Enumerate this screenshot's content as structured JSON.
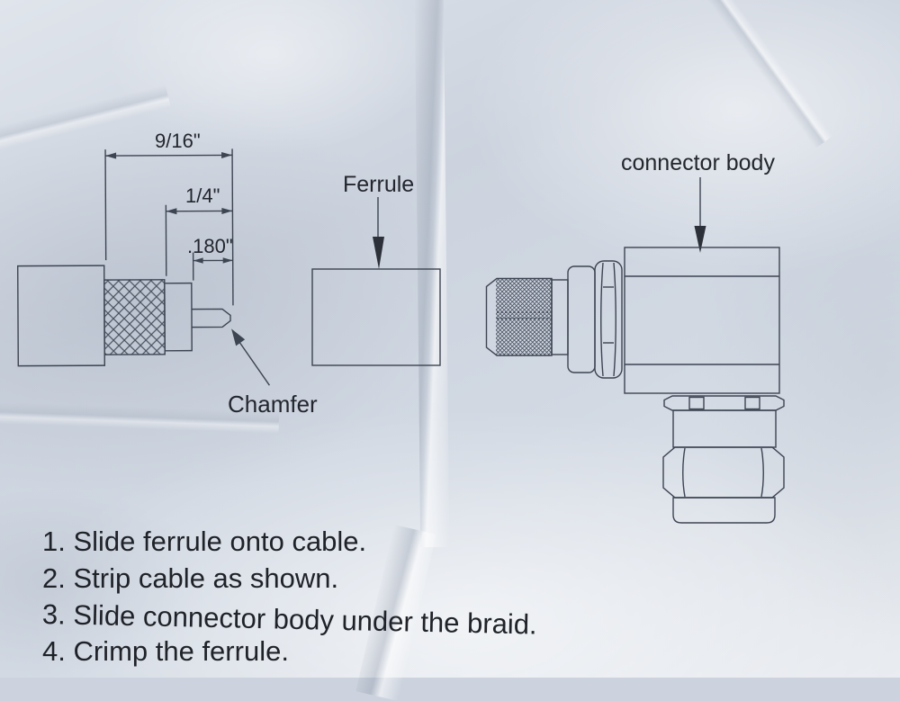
{
  "diagram": {
    "dimensions": {
      "overall": "9/16\"",
      "strip": "1/4\"",
      "pin": ".180\""
    },
    "labels": {
      "ferrule": "Ferrule",
      "connector_body": "connector body",
      "chamfer": "Chamfer"
    }
  },
  "instructions": [
    "1. Slide ferrule onto cable.",
    "2. Strip cable as shown.",
    "3. Slide connector body under the braid.",
    "4. Crimp the ferrule."
  ],
  "colors": {
    "paper_base": "#ccd3de",
    "ink_line": "#3d4452",
    "ink_text": "#23262d"
  }
}
